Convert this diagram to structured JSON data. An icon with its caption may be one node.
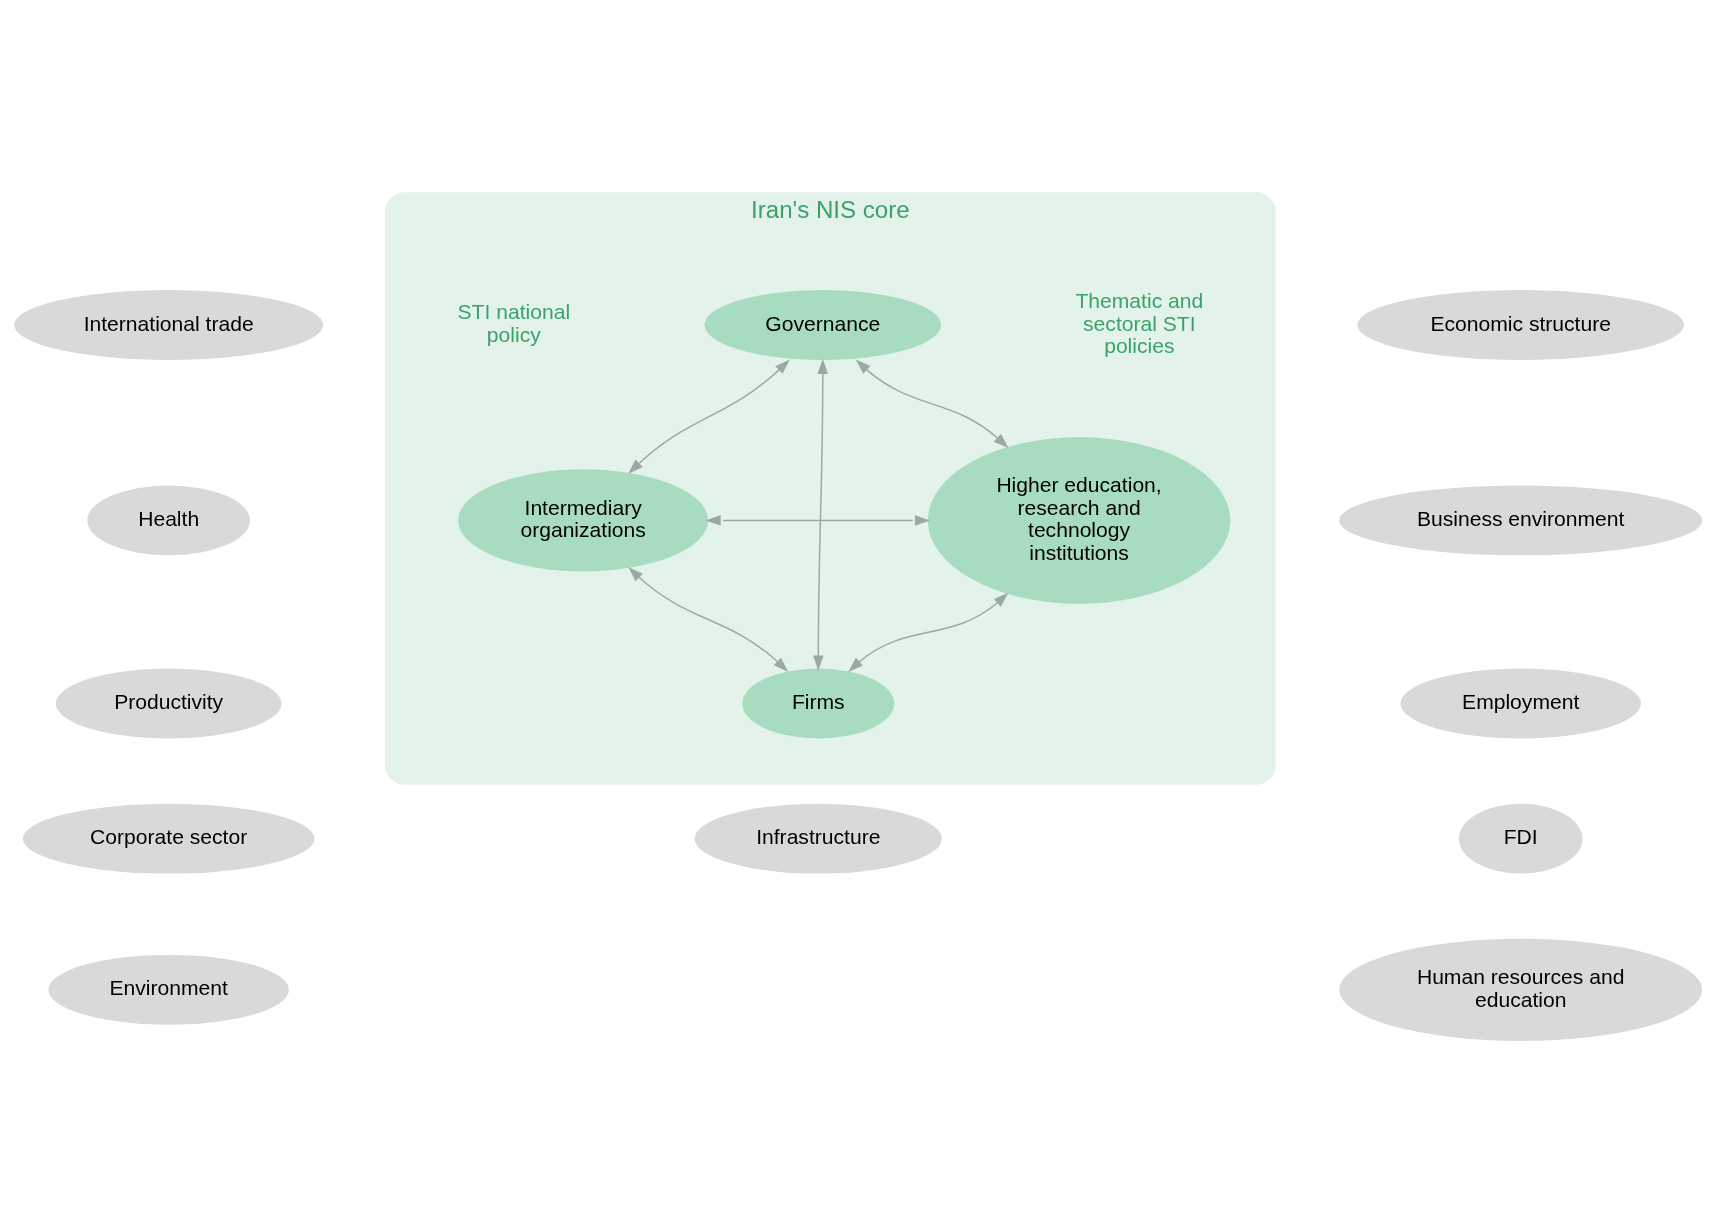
{
  "diagram": {
    "nodes": [
      {
        "text": [
          "Iran's NIS core"
        ]
      },
      {
        "text": [
          "Governance"
        ],
        "in": 0
      },
      {
        "text": [
          "Intermediary organizations"
        ],
        "in": 0
      },
      {
        "text": [
          "Higher education, research and technology institutions"
        ],
        "in": 0
      },
      {
        "text": [
          "Firms"
        ],
        "in": 0
      },
      {
        "text": [
          "International trade"
        ]
      },
      {
        "text": [
          "Economic structure"
        ]
      },
      {
        "text": [
          "Health"
        ]
      },
      {
        "text": [
          "Business environment"
        ]
      },
      {
        "text": [
          "Productivity"
        ]
      },
      {
        "text": [
          "Employment"
        ]
      },
      {
        "text": [
          "Corporate sector"
        ]
      },
      {
        "text": [
          "FDI"
        ]
      },
      {
        "text": [
          "Environment"
        ]
      },
      {
        "text": [
          "Human resources and education"
        ]
      },
      {
        "text": [
          "Infrastructure"
        ]
      }
    ],
    "edges": [
      {
        "from": 1,
        "to": 2,
        "arrow": "both"
      },
      {
        "from": 1,
        "to": 3,
        "arrow": "both"
      },
      {
        "from": 1,
        "to": 4,
        "arrow": "both"
      },
      {
        "from": 2,
        "to": 3,
        "arrow": "both"
      },
      {
        "from": 2,
        "to": 4,
        "arrow": "both"
      },
      {
        "from": 3,
        "to": 4,
        "arrow": "both"
      }
    ],
    "labels": [
      "STI national policy",
      "Thematic and sectoral STI policies"
    ]
  }
}
